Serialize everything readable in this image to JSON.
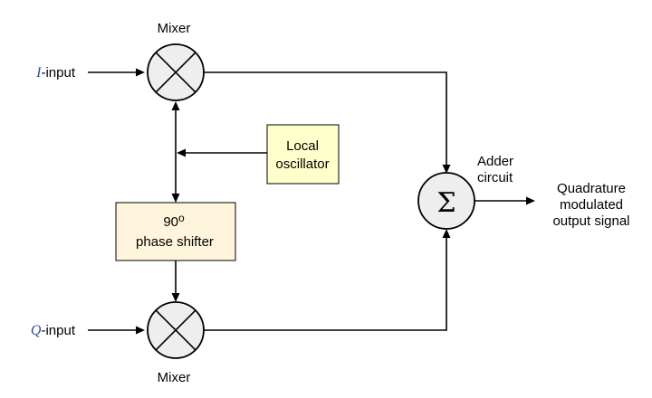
{
  "labels": {
    "i_input_symbol": "I",
    "i_input_suffix": "-input",
    "q_input_symbol": "Q",
    "q_input_suffix": "-input",
    "mixer_top": "Mixer",
    "mixer_bottom": "Mixer",
    "local_oscillator_line1": "Local",
    "local_oscillator_line2": "oscillator",
    "phase_shifter_number": "90",
    "phase_shifter_degree": "o",
    "phase_shifter_line2": "phase shifter",
    "adder_line1": "Adder",
    "adder_line2": "circuit",
    "adder_symbol": "Σ",
    "output_line1": "Quadrature",
    "output_line2": "modulated",
    "output_line3": "output signal"
  },
  "colors": {
    "input_symbol": "#2e4f9a",
    "local_oscillator_fill": "#ffffcc",
    "phase_shifter_fill": "#fff4dc",
    "mixer_fill": "#eeeeee",
    "adder_fill": "#eeeeee",
    "line": "#000000"
  }
}
